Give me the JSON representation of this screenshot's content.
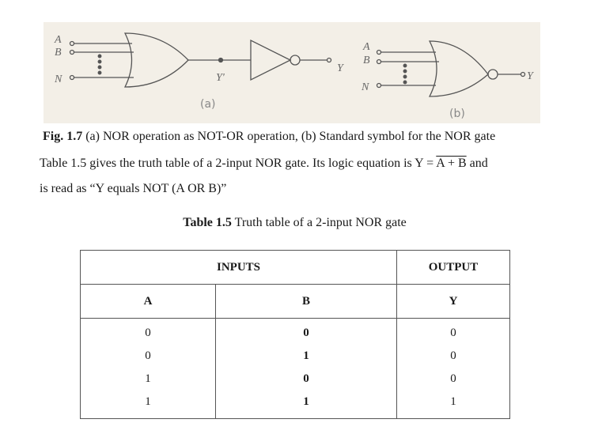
{
  "figure": {
    "part_a": {
      "inputs": [
        "A",
        "B",
        "N"
      ],
      "intermediate": "Y'",
      "output": "Y",
      "label": "(a)"
    },
    "part_b": {
      "inputs": [
        "A",
        "B",
        "N"
      ],
      "output": "Y",
      "label": "(b)"
    }
  },
  "caption": {
    "prefix": "Fig. 1.7",
    "text": " (a) NOR operation as NOT-OR operation, (b) Standard symbol for the NOR gate"
  },
  "paragraph": {
    "line1_before": "Table 1.5 gives the truth table of a 2-input NOR gate.  Its logic equation is Y = ",
    "equation_overlined": "A + B",
    "line1_after": " and",
    "line2": "is read as “Y equals NOT (A OR B)”"
  },
  "table_title": {
    "prefix": "Table 1.5",
    "text": " Truth table of a 2-input NOR gate"
  },
  "truth_table": {
    "group_headers": [
      "INPUTS",
      "OUTPUT"
    ],
    "columns": [
      "A",
      "B",
      "Y"
    ],
    "rows": [
      [
        "0",
        "0",
        "0"
      ],
      [
        "0",
        "1",
        "0"
      ],
      [
        "1",
        "0",
        "0"
      ],
      [
        "1",
        "1",
        "1"
      ]
    ]
  }
}
